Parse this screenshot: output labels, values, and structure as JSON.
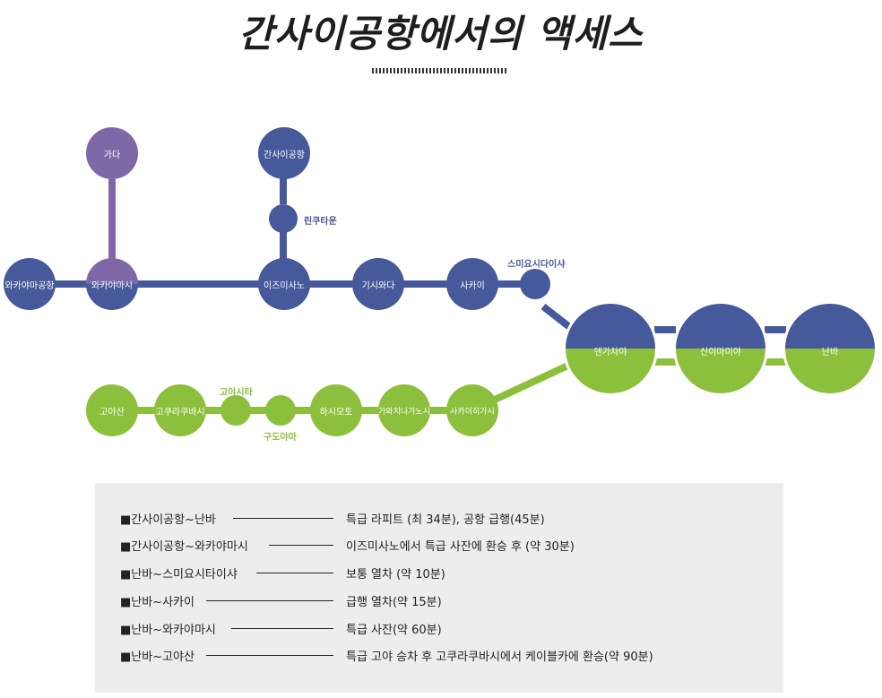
{
  "title": "간사이공항에서의 액세스",
  "stations": {
    "gada": "가다",
    "kansai_airport": "간사이공항",
    "rinku_town": "린쿠타운",
    "wakayama_airport": "와카야마공항",
    "wakayamashi": "와카야마시",
    "izumisano": "이즈미사노",
    "kishiwada": "기시와다",
    "sakai": "사카이",
    "sumiyoshitaisha": "스미요시다이샤",
    "tengachaya": "덴가차야",
    "shin_imamiya": "신이마미야",
    "namba": "난바",
    "koyasan": "고야산",
    "gokurakubashi": "고쿠라쿠바시",
    "koyashita": "고야시타",
    "kudoyama": "구도야마",
    "hashimoto": "하시모토",
    "kawachinagano": "가와치나가노시",
    "sakaihigashi": "사카이히가시"
  },
  "routes": [
    {
      "route": "■간사이공항~난바",
      "detail": "특급 라피트 (최 34분), 공항 급행(45분)"
    },
    {
      "route": "■간사이공항~와카야마시",
      "detail": "이즈미사노에서 특급 사잔에 환승 후 (약 30분)"
    },
    {
      "route": "■난바~스미요시타이샤",
      "detail": "보통 열차 (약 10분)"
    },
    {
      "route": "■난바~사카이",
      "detail": "급행 열차(약 15분)"
    },
    {
      "route": "■난바~와카야마시",
      "detail": "특급 사잔(약 60분)"
    },
    {
      "route": "■난바~고야산",
      "detail": "특급 고야 승차 후 고쿠라쿠바시에서 케이블카에 환승(약 90분)"
    }
  ],
  "colors": {
    "blue_line": "#46599a",
    "purple_line": "#7f68a8",
    "green_line": "#8cc03c"
  }
}
